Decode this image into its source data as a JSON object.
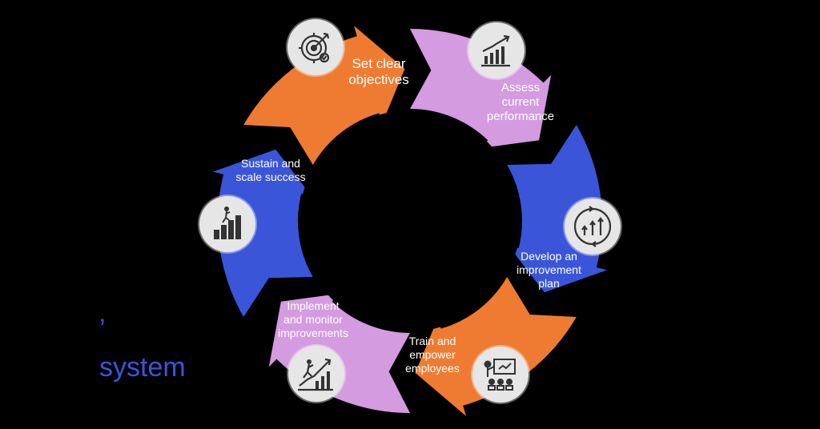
{
  "colors": {
    "orange": "#ef7b32",
    "lavender": "#d49be0",
    "blue": "#3b55d9",
    "badge": "#e6e6e6",
    "icon": "#333333",
    "background": "#000000"
  },
  "steps": [
    {
      "label": "Set clear\nobjectives",
      "icon": "target-icon"
    },
    {
      "label": "Assess\ncurrent\nperformance",
      "icon": "rising-chart-icon"
    },
    {
      "label": "Develop an\nimprovement\nplan",
      "icon": "cycle-arrows-icon"
    },
    {
      "label": "Train and\nempower\nemployees",
      "icon": "presentation-icon"
    },
    {
      "label": "Implement\nand monitor\nimprovements",
      "icon": "climbing-graph-icon"
    },
    {
      "label": "Sustain and\nscale success",
      "icon": "stairs-climb-icon"
    }
  ],
  "side": {
    "mark": "’",
    "word": "system"
  }
}
